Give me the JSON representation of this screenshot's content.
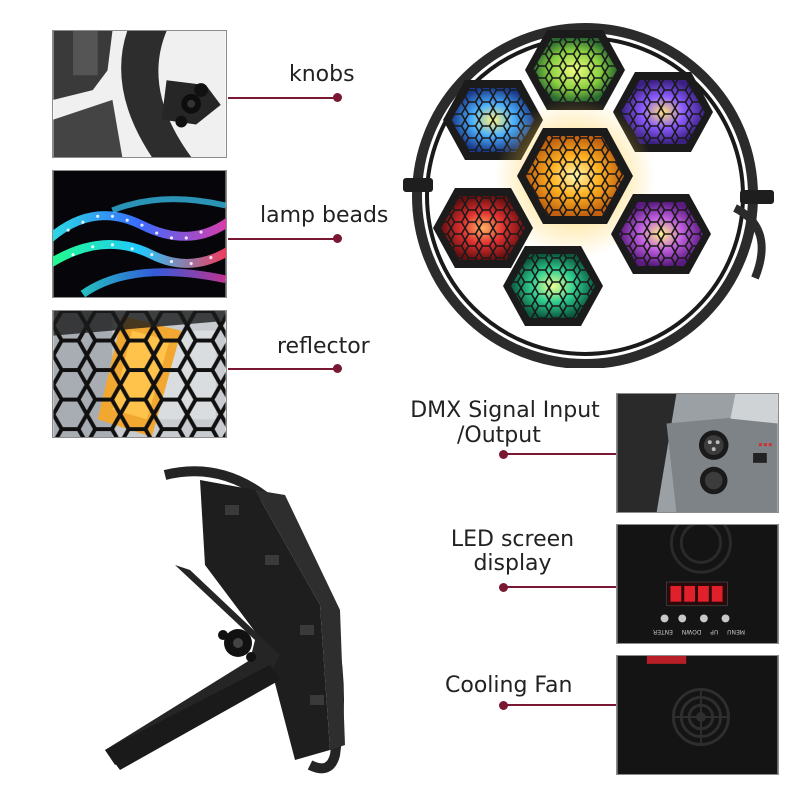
{
  "callouts": {
    "knobs": "knobs",
    "lamp_beads": "lamp beads",
    "reflector": "reflector",
    "dmx_line1": "DMX Signal Input",
    "dmx_line2": "/Output",
    "led_line1": "LED screen",
    "led_line2": "display",
    "cooling_fan": "Cooling Fan"
  },
  "panel_buttons": [
    "MENU",
    "UP",
    "DOWN",
    "ENTER"
  ],
  "colors": {
    "accent_line": "#7a1732",
    "frame": "#2b2b2b",
    "thumb_border": "#8c8c8c",
    "led_display": "#e0202a"
  }
}
